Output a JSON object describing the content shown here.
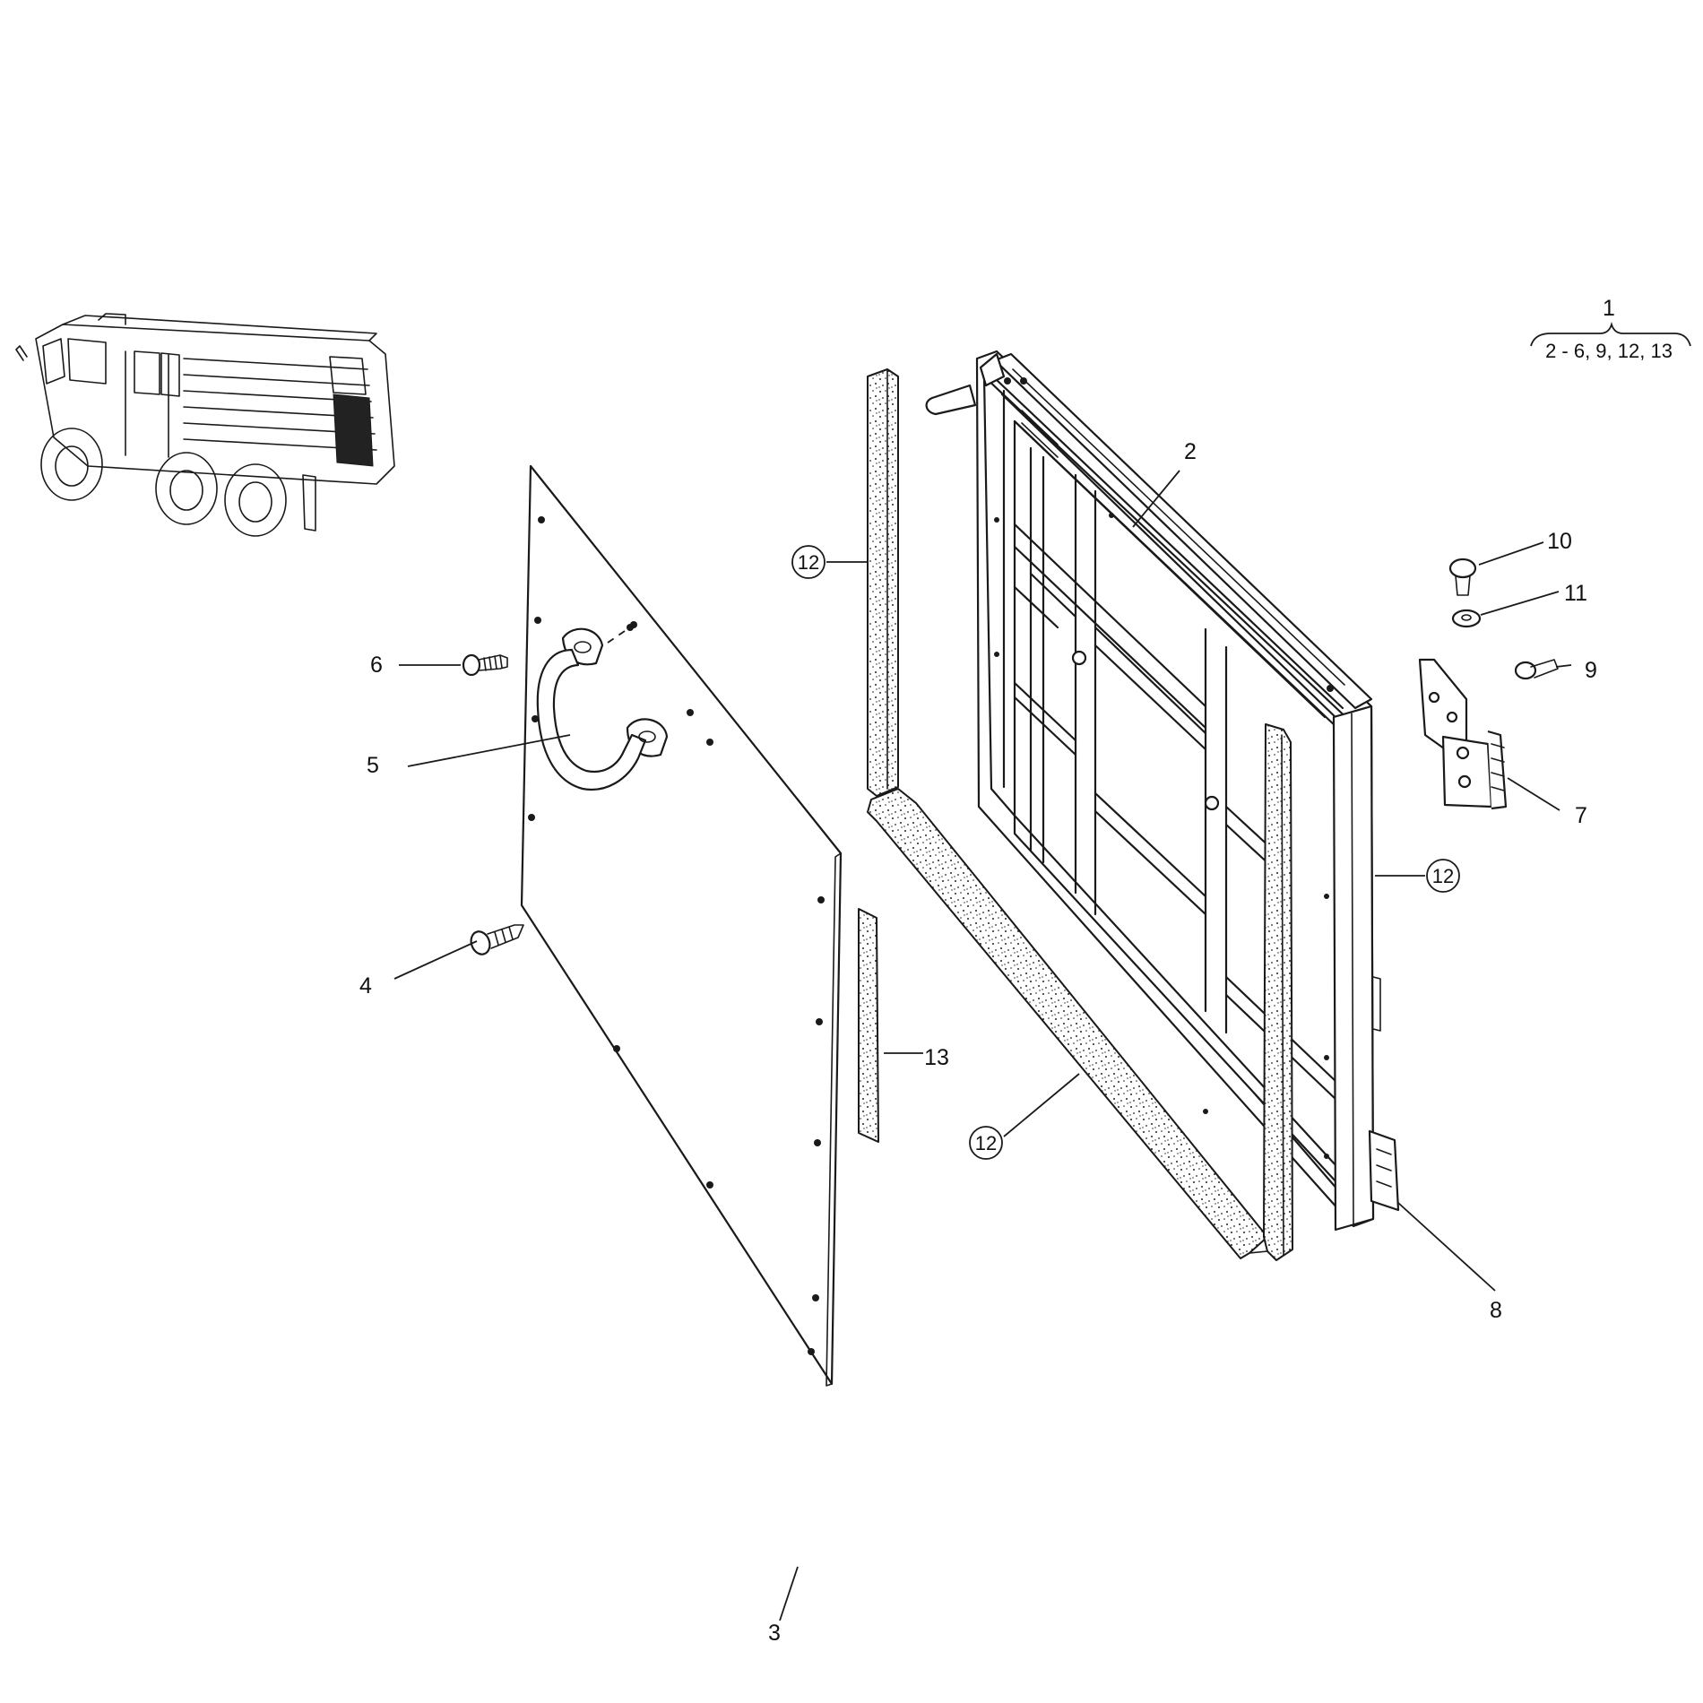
{
  "assembly": {
    "number": "1",
    "includes": "2 - 6, 9, 12, 13"
  },
  "callouts": {
    "c2": "2",
    "c3": "3",
    "c4": "4",
    "c5": "5",
    "c6": "6",
    "c7": "7",
    "c8": "8",
    "c9": "9",
    "c10": "10",
    "c11": "11",
    "c12a": "12",
    "c12b": "12",
    "c12c": "12",
    "c13": "13"
  }
}
